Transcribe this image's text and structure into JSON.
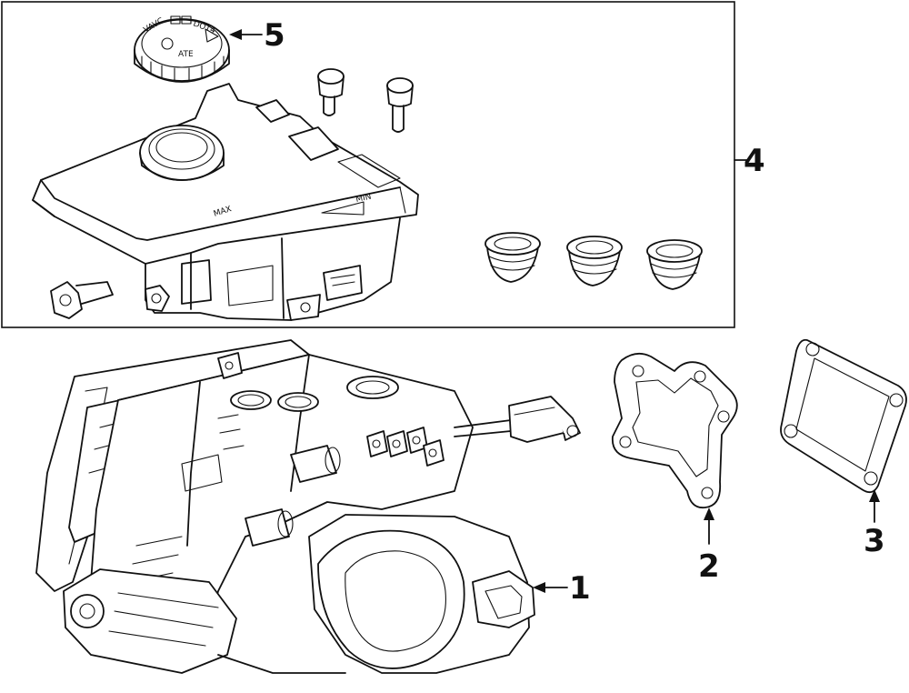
{
  "callouts": [
    {
      "id": "1",
      "label": "1"
    },
    {
      "id": "2",
      "label": "2"
    },
    {
      "id": "3",
      "label": "3"
    },
    {
      "id": "4",
      "label": "4"
    },
    {
      "id": "5",
      "label": "5"
    }
  ],
  "reservoir_stamps": {
    "max": "MAX",
    "min": "MIN"
  },
  "cap_stamps": {
    "left": "VAVC",
    "right": "DOT4",
    "bottom": "ATE"
  },
  "colors": {
    "ink": "#111111",
    "background": "#ffffff"
  }
}
